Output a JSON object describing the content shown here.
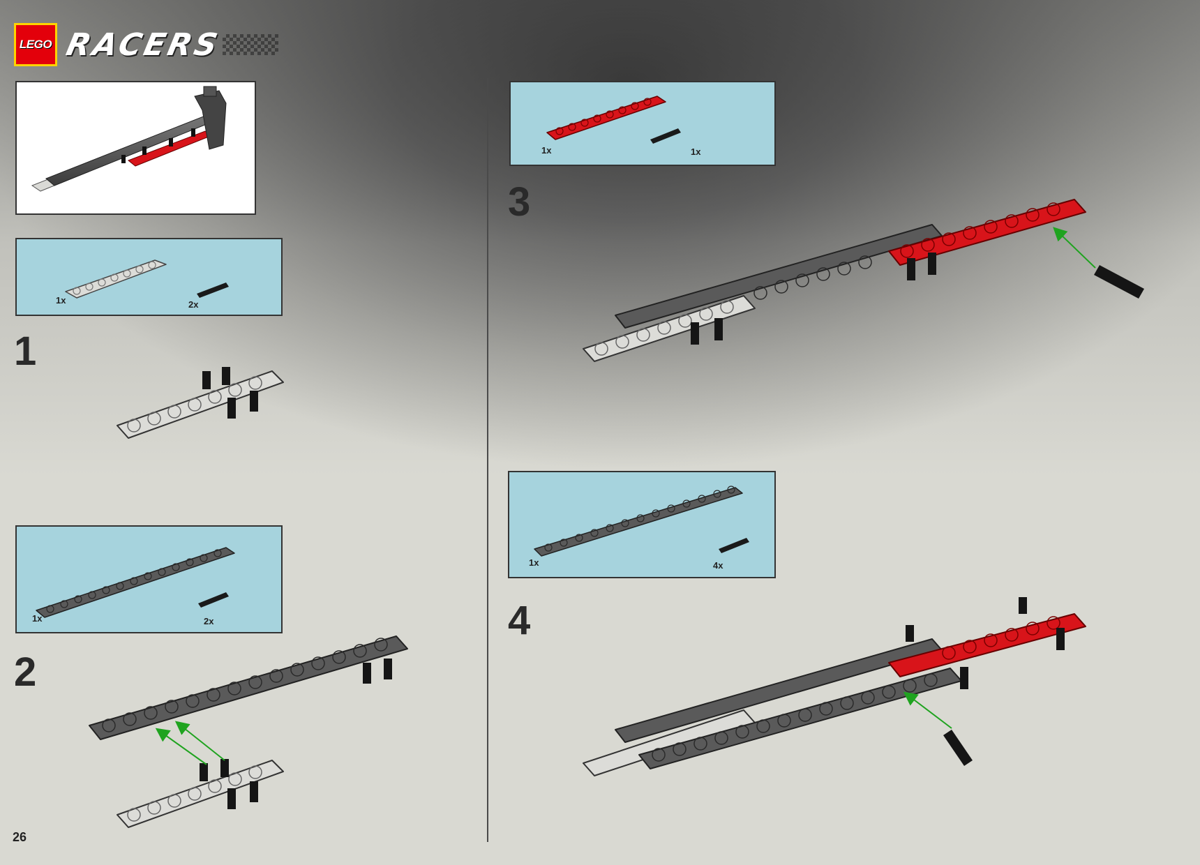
{
  "header": {
    "brand": "LEGO",
    "series": "RACERS"
  },
  "page_number": "26",
  "steps": [
    {
      "number": "1",
      "parts": [
        {
          "qty": "1x",
          "part": "light-gray-beam-7"
        },
        {
          "qty": "2x",
          "part": "black-pin-long"
        }
      ]
    },
    {
      "number": "2",
      "parts": [
        {
          "qty": "1x",
          "part": "dark-gray-beam-15"
        },
        {
          "qty": "2x",
          "part": "black-pin-long"
        }
      ]
    },
    {
      "number": "3",
      "parts": [
        {
          "qty": "1x",
          "part": "red-beam-9"
        },
        {
          "qty": "1x",
          "part": "black-pin-long"
        }
      ]
    },
    {
      "number": "4",
      "parts": [
        {
          "qty": "1x",
          "part": "dark-gray-beam-15"
        },
        {
          "qty": "4x",
          "part": "black-pin-long"
        }
      ]
    }
  ],
  "colors": {
    "parts_box": "#a6d3dd",
    "beam_light": "#dcdcd8",
    "beam_dark": "#5a5a5a",
    "beam_red": "#d8141a",
    "pin": "#1a1a1a",
    "arrow": "#1fa31f"
  }
}
